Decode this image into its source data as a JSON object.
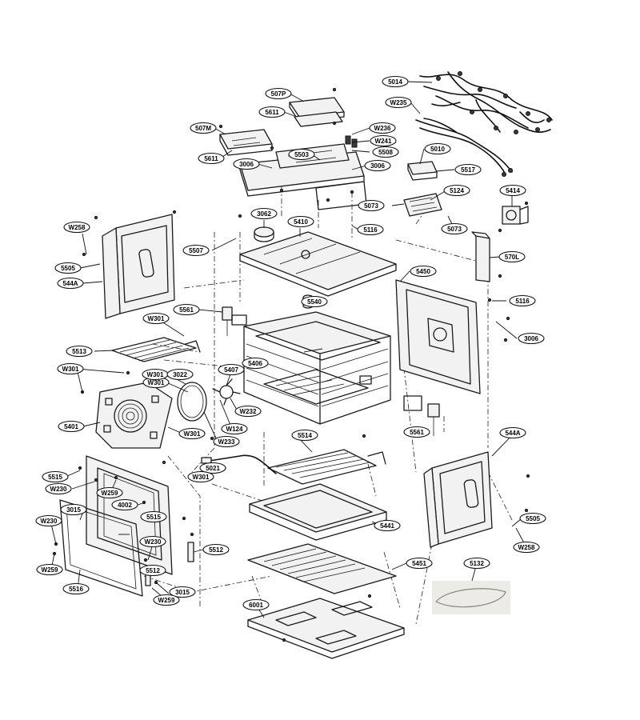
{
  "labels": {
    "5014": "5014",
    "W235": "W235",
    "507P": "507P",
    "5611a": "5611",
    "W236": "W236",
    "W241": "W241",
    "507M": "507M",
    "5503": "5503",
    "5508": "5508",
    "5010": "5010",
    "5611b": "5611",
    "3006a": "3006",
    "3006b": "3006",
    "5517": "5517",
    "5124": "5124",
    "5414": "5414",
    "3062": "3062",
    "5073a": "5073",
    "W258a": "W258",
    "5410": "5410",
    "5116a": "5116",
    "5073b": "5073",
    "5507": "5507",
    "570L": "570L",
    "5505a": "5505",
    "544Aa": "544A",
    "5450": "5450",
    "5540": "5540",
    "5116b": "5116",
    "5561a": "5561",
    "W301a": "W301",
    "3006c": "3006",
    "5513": "5513",
    "W301b": "W301",
    "W301c": "W301",
    "3022": "3022",
    "W301d": "W301",
    "5406": "5406",
    "5407": "5407",
    "W232": "W232",
    "5401": "5401",
    "W124": "W124",
    "W301e": "W301",
    "W233": "W233",
    "5561b": "5561",
    "5514": "5514",
    "544Ab": "544A",
    "5021": "5021",
    "W301f": "W301",
    "5515a": "5515",
    "W230a": "W230",
    "W259a": "W259",
    "4002": "4002",
    "5515b": "5515",
    "3015a": "3015",
    "W230b": "W230",
    "5512a": "5512",
    "5441": "5441",
    "5505b": "5505",
    "W230c": "W230",
    "W258b": "W258",
    "5512b": "5512",
    "W259b": "W259",
    "5451": "5451",
    "5132": "5132",
    "5516": "5516",
    "3015b": "3015",
    "W259c": "W259",
    "6001": "6001"
  }
}
